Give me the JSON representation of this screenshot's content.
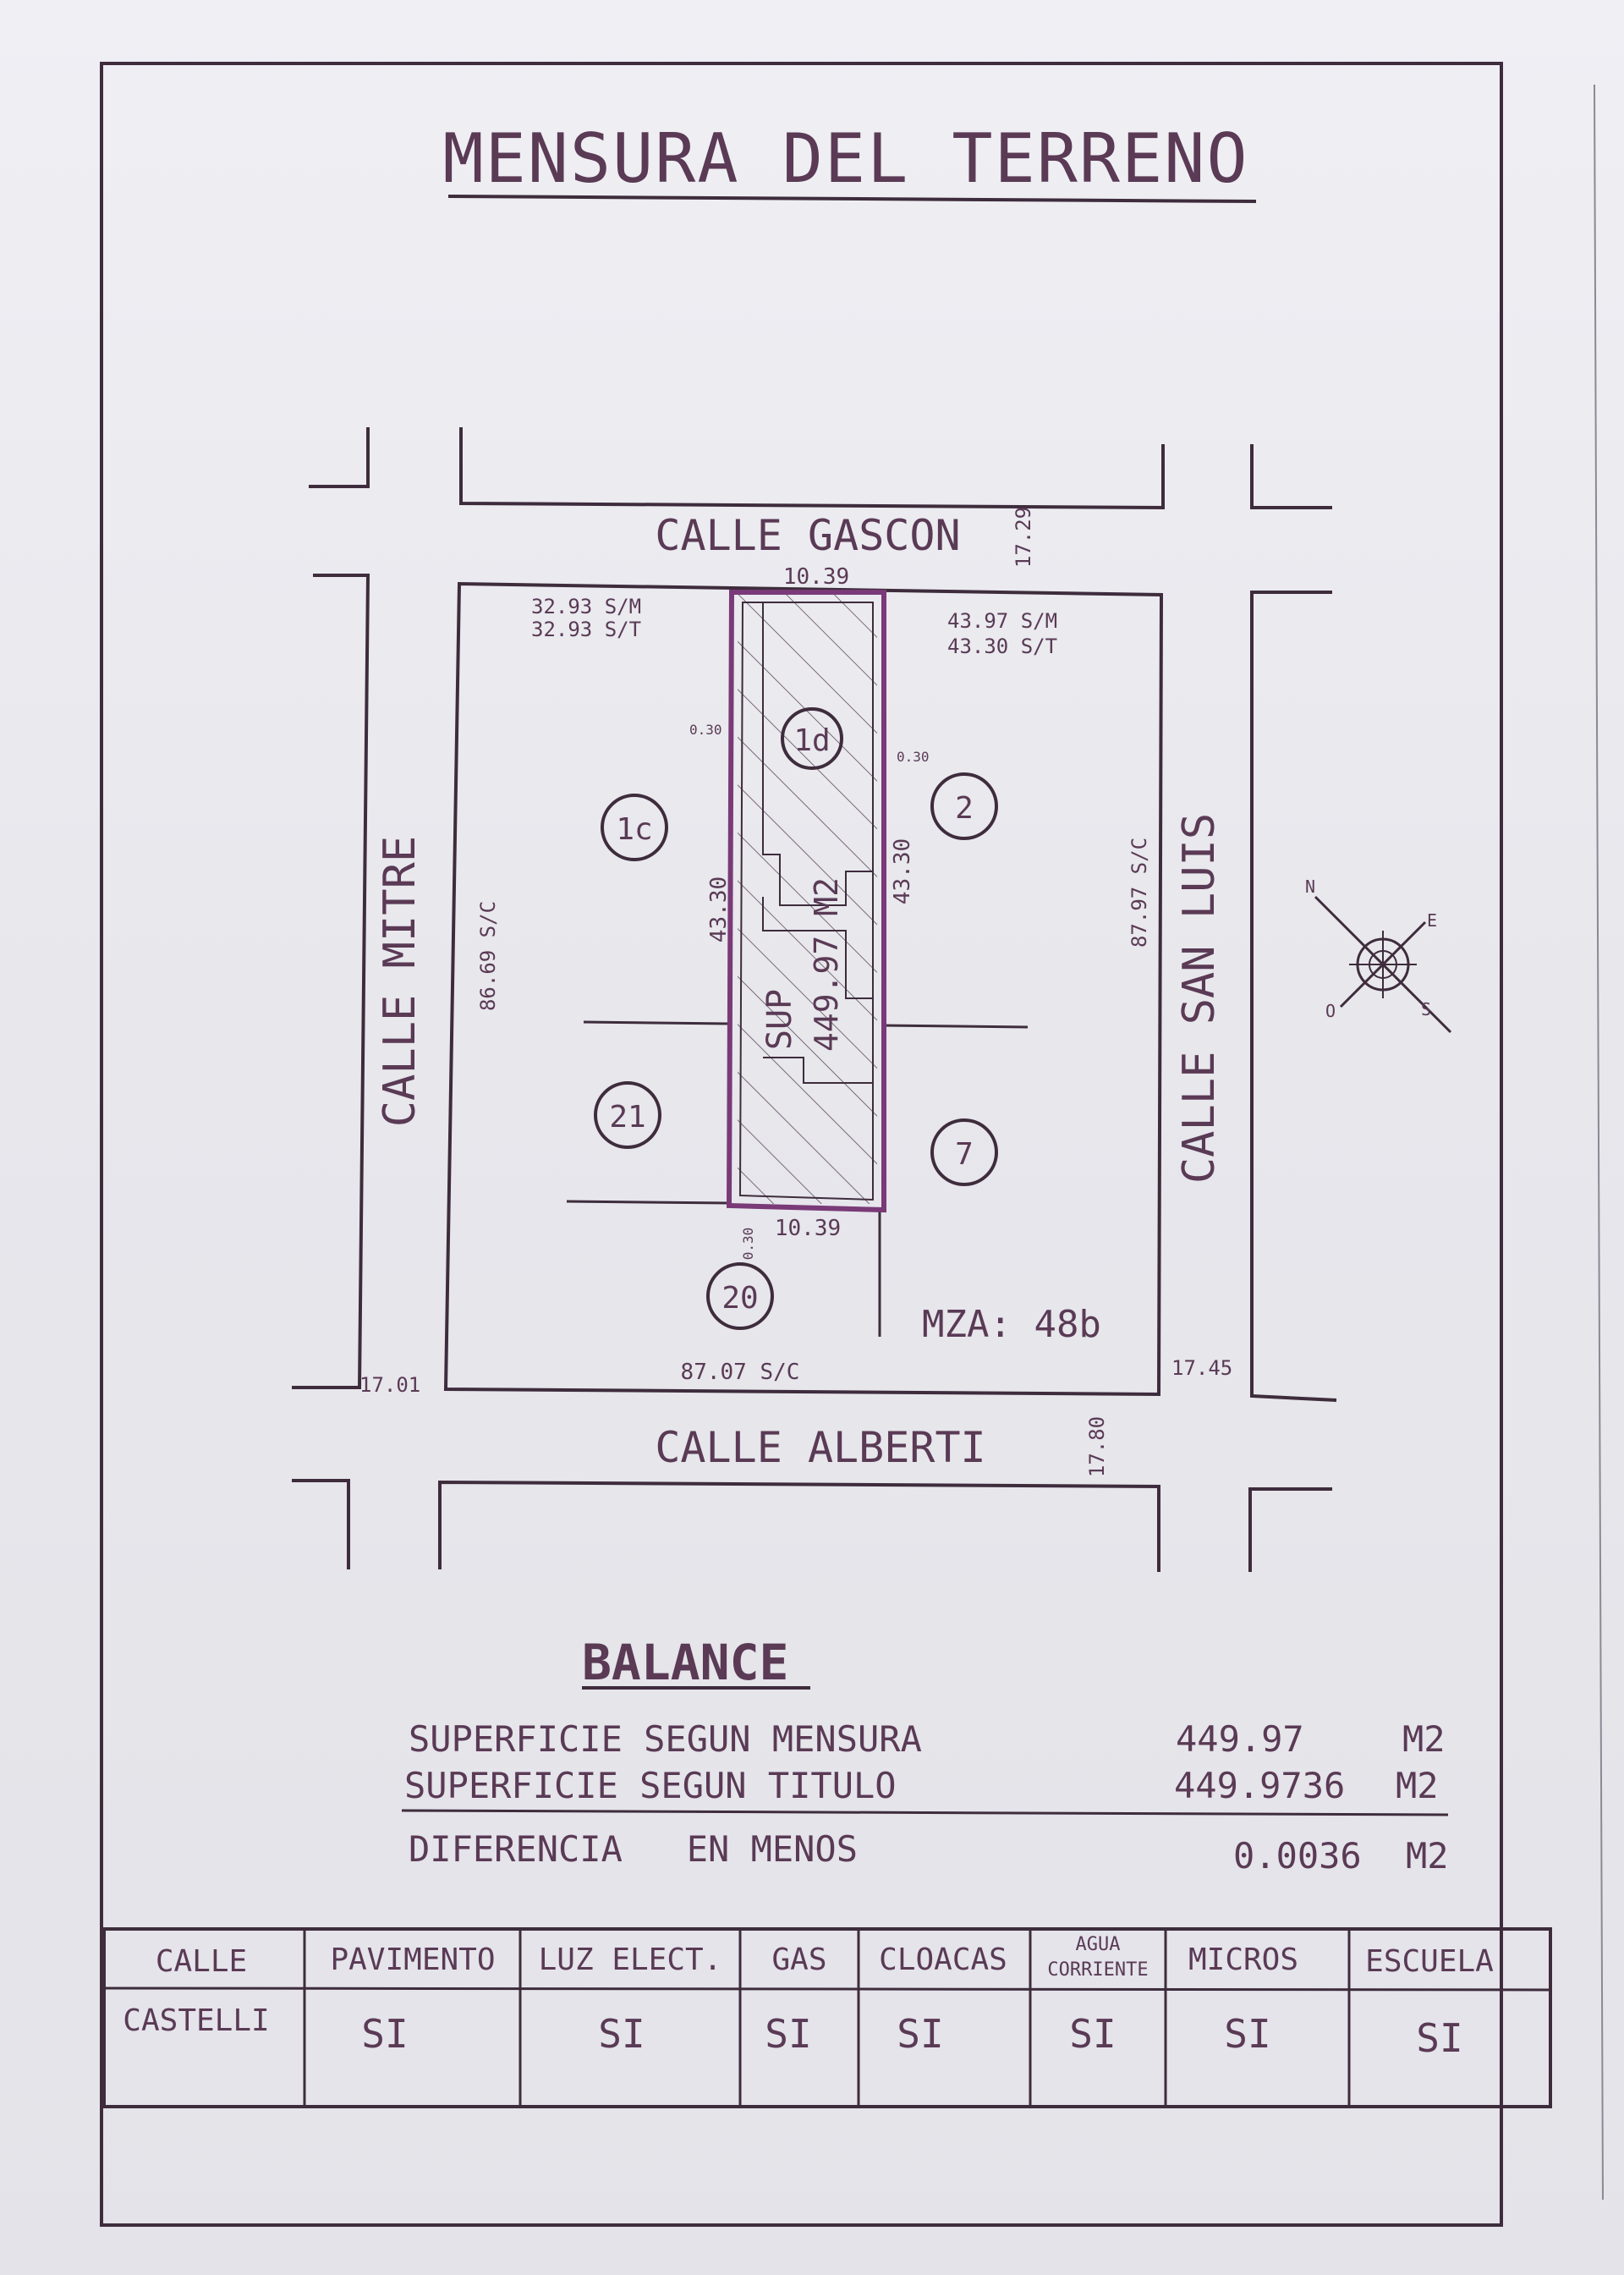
{
  "document": {
    "title": "MENSURA DEL TERRENO"
  },
  "streets": {
    "north": "CALLE GASCON",
    "south": "CALLE ALBERTI",
    "west": "CALLE MITRE",
    "east": "CALLE SAN LUIS"
  },
  "measures": {
    "north_width_left_sm": "32.93 S/M",
    "north_width_left_st": "32.93 S/T",
    "north_width_right_sm": "43.97 S/M",
    "north_width_right_st": "43.30 S/T",
    "lot_front_top": "10.39",
    "lot_front_bottom": "10.39",
    "lot_side_left": "43.30",
    "lot_side_right": "43.30",
    "west_side": "86.69 S/C",
    "east_side": "87.97 S/C",
    "south_side": "87.07 S/C",
    "street_width_gascon": "17.29",
    "street_width_alberti": "17.80",
    "street_width_mitre": "17.01",
    "street_width_sanluis": "17.45",
    "offset_a": "0.30",
    "offset_b": "0.30",
    "offset_c": "0.30"
  },
  "parcels": {
    "p1d": "1d",
    "p1c": "1c",
    "p2": "2",
    "p21": "21",
    "p7": "7",
    "p20": "20"
  },
  "lot_surface": {
    "label": "SUP",
    "value": "449.97 M2"
  },
  "block": "MZA: 48b",
  "compass": {
    "n": "N",
    "e": "E",
    "s": "S",
    "o": "O"
  },
  "balance": {
    "heading": "BALANCE",
    "rows": [
      {
        "label": "SUPERFICIE SEGUN MENSURA",
        "value": "449.97",
        "unit": "M2"
      },
      {
        "label": "SUPERFICIE SEGUN TITULO",
        "value": "449.9736",
        "unit": "M2"
      },
      {
        "label": "DIFERENCIA   EN MENOS",
        "value": "0.0036",
        "unit": "M2"
      }
    ]
  },
  "services_table": {
    "headers": [
      "CALLE",
      "PAVIMENTO",
      "LUZ ELECT.",
      "GAS",
      "CLOACAS",
      "AGUA CORRIENTE",
      "MICROS",
      "ESCUELA"
    ],
    "header_agua_line1": "AGUA",
    "header_agua_line2": "CORRIENTE",
    "row": [
      "CASTELLI",
      "SI",
      "SI",
      "SI",
      "SI",
      "SI",
      "SI",
      "SI"
    ]
  },
  "colors": {
    "ink": "#5a3a55",
    "line": "#3e2c3c",
    "lot_outline": "#7a3a78",
    "paper": "#ebebf0"
  }
}
